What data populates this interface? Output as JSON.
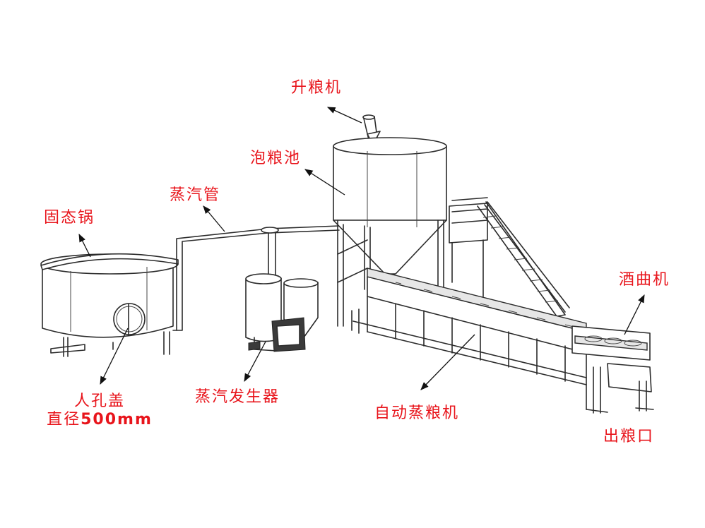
{
  "labels": {
    "grain_elevator": "升粮机",
    "soaking_tank": "泡粮池",
    "steam_pipe": "蒸汽管",
    "solid_pot": "固态锅",
    "manhole_cover_line1": "人孔盖",
    "manhole_cover_line2": "直径",
    "manhole_cover_size": "500mm",
    "steam_generator": "蒸汽发生器",
    "auto_steamer": "自动蒸粮机",
    "yeast_machine": "酒曲机",
    "grain_outlet": "出粮口"
  },
  "colors": {
    "label": "#e8141b",
    "line": "#2b2b2b",
    "background": "#ffffff"
  }
}
